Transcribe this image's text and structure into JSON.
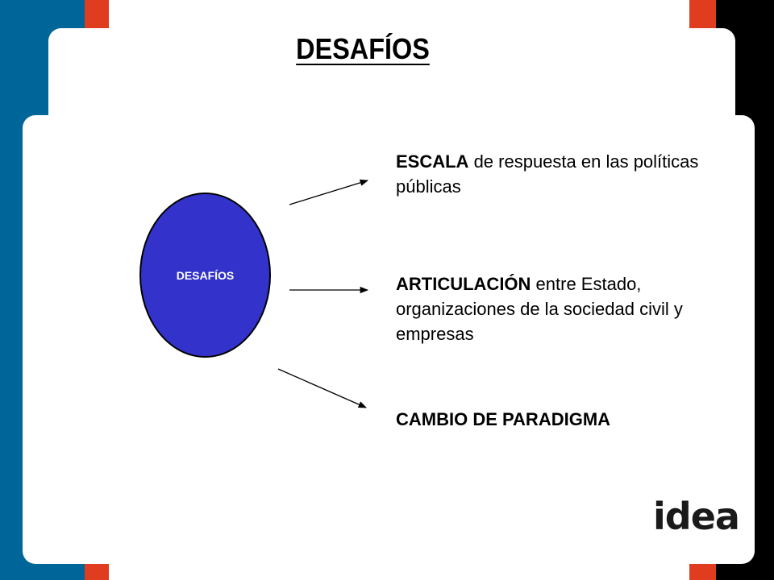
{
  "slide": {
    "title": "DESAFÍOS",
    "logo_text": "idea"
  },
  "diagram": {
    "center_label": "DESAFÍOS",
    "items": [
      {
        "bold": "ESCALA",
        "rest": " de respuesta en las políticas públicas"
      },
      {
        "bold": "ARTICULACIÓN",
        "rest": " entre Estado, organizaciones de la sociedad civil y empresas"
      },
      {
        "bold": "CAMBIO DE PARADIGMA",
        "rest": ""
      }
    ]
  },
  "colors": {
    "blue_stripe": "#006699",
    "red_accent": "#e03c1f",
    "black_stripe": "#000000",
    "ellipse_fill": "#3333cc"
  }
}
